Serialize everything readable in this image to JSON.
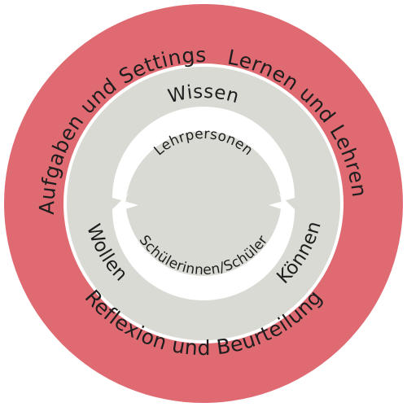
{
  "colors": {
    "outer_ring": "#e06a72",
    "middle_ring": "#d9dad3",
    "inner_arrows": "#ffffff",
    "center": "#d9dad3",
    "text": "#1e1e1e"
  },
  "outer_ring": {
    "top_left": "Aufgaben und Settings",
    "top_right": "Lernen und Lehren",
    "bottom": "Reflexion und Beurteilung"
  },
  "middle_ring": {
    "top": "Wissen",
    "left": "Wollen",
    "right": "Können"
  },
  "inner_ring": {
    "top": "Lehrpersonen",
    "bottom": "Schülerinnen/Schüler"
  }
}
